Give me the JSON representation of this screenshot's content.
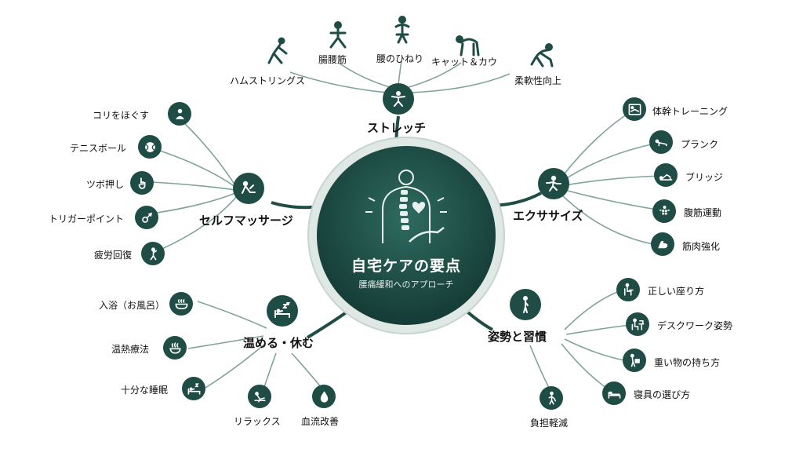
{
  "center": {
    "title": "自宅ケアの要点",
    "subtitle": "腰痛緩和へのアプローチ"
  },
  "stretch": {
    "label": "ストレッチ",
    "items": [
      "ハムストリングス",
      "腸腰筋",
      "腰のひねり",
      "キャット＆カウ",
      "柔軟性向上"
    ]
  },
  "massage": {
    "label": "セルフマッサージ",
    "items": [
      "コリをほぐす",
      "テニスボール",
      "ツボ押し",
      "トリガーポイント",
      "疲労回復"
    ]
  },
  "exercise": {
    "label": "エクササイズ",
    "items": [
      "体幹トレーニング",
      "プランク",
      "ブリッジ",
      "腹筋運動",
      "筋肉強化"
    ]
  },
  "rest": {
    "label": "温める・休む",
    "items": [
      "入浴（お風呂）",
      "温熱療法",
      "十分な睡眠",
      "リラックス",
      "血流改善"
    ]
  },
  "posture": {
    "label": "姿勢と習慣",
    "items": [
      "正しい座り方",
      "デスクワーク姿勢",
      "重い物の持ち方",
      "寝具の選び方",
      "負担軽減"
    ]
  },
  "colors": {
    "primary": "#1f4d46",
    "link": "#7fa39b",
    "center_ring": "#dfe8e5"
  }
}
